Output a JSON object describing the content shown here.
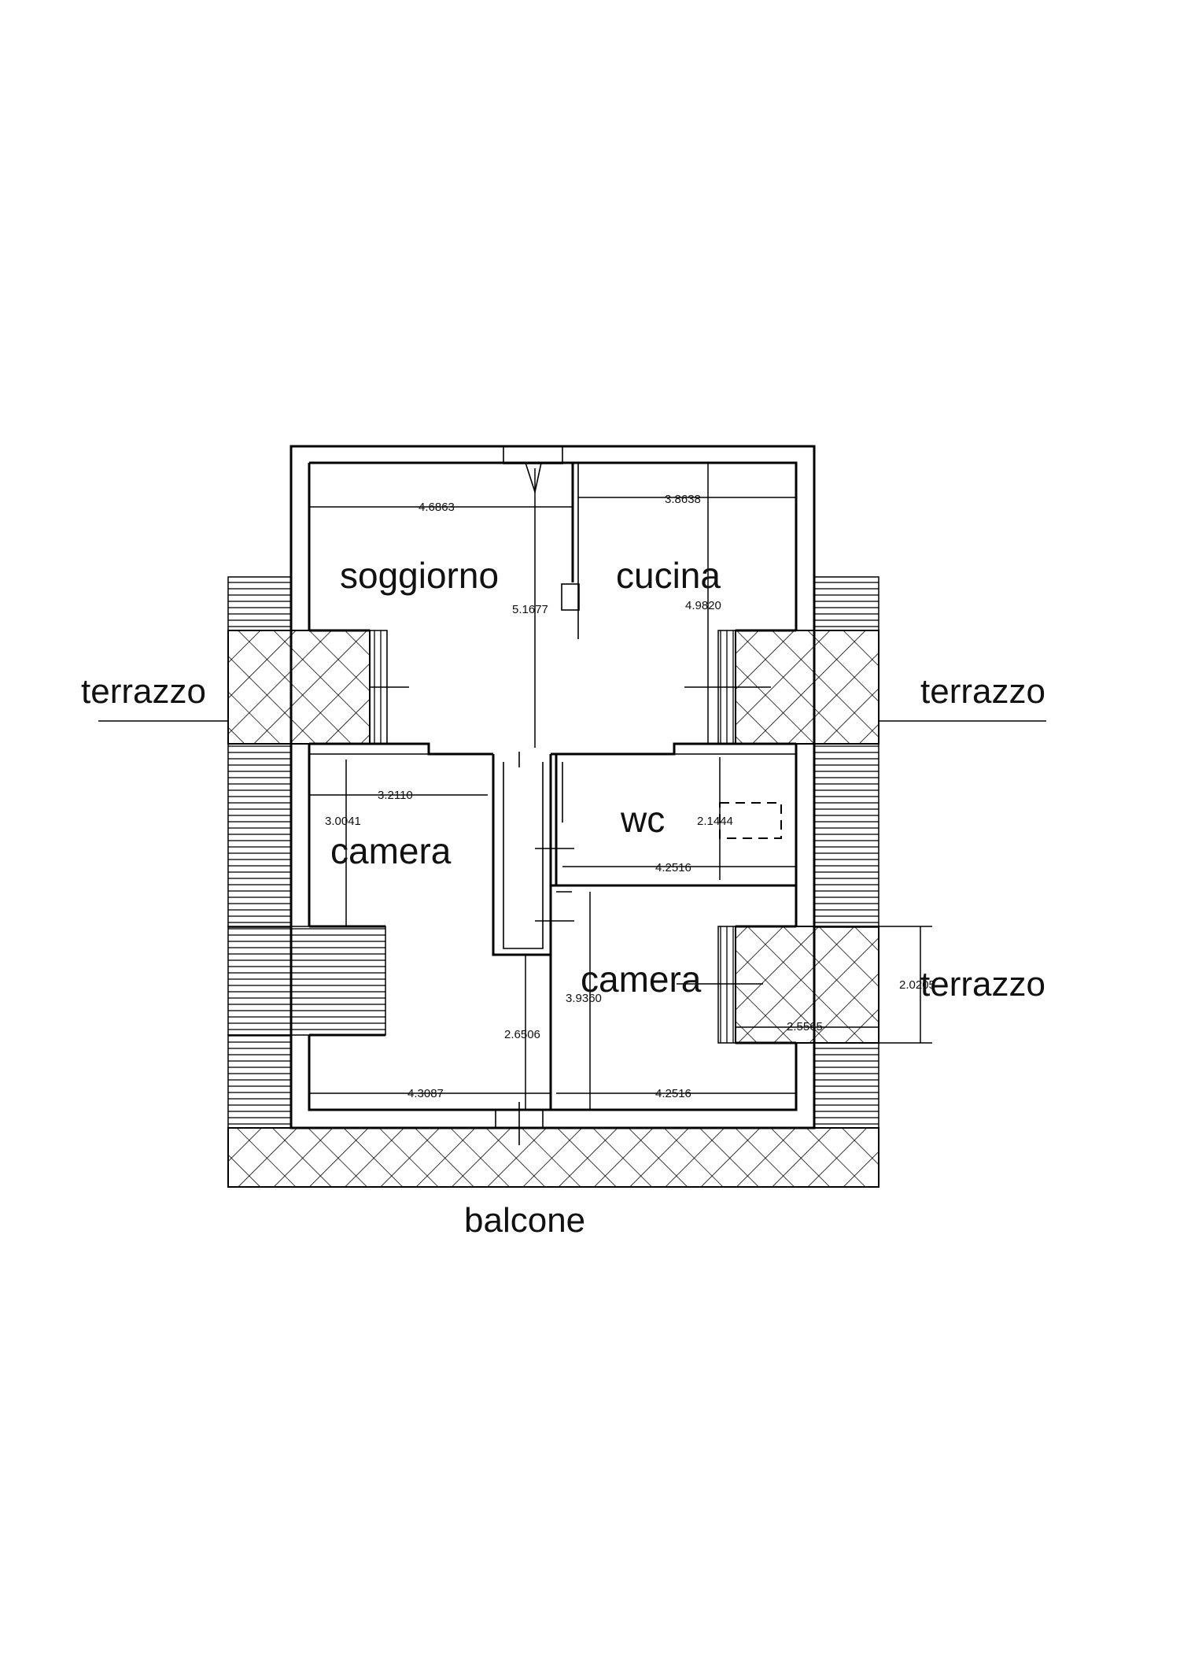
{
  "rooms": {
    "soggiorno": "soggiorno",
    "cucina": "cucina",
    "wc": "wc",
    "camera_left": "camera",
    "camera_right": "camera"
  },
  "outdoor": {
    "terrazzo_left": "terrazzo",
    "terrazzo_right": "terrazzo",
    "terrazzo_lower": "terrazzo",
    "balcone": "balcone"
  },
  "dimensions": {
    "soggiorno_width": "4.6863",
    "cucina_width": "3.8638",
    "central_height": "5.1677",
    "cucina_height": "4.9820",
    "camera_left_width": "3.2110",
    "camera_left_height": "3.0041",
    "wc_height": "2.1444",
    "wc_width": "4.2516",
    "camera_right_height": "3.9360",
    "corridor_height": "2.6506",
    "camera_left_bottom_width": "4.3087",
    "camera_right_bottom_width": "4.2516",
    "terrazzo_lower_height": "2.0205",
    "terrazzo_lower_width": "2.5565"
  }
}
